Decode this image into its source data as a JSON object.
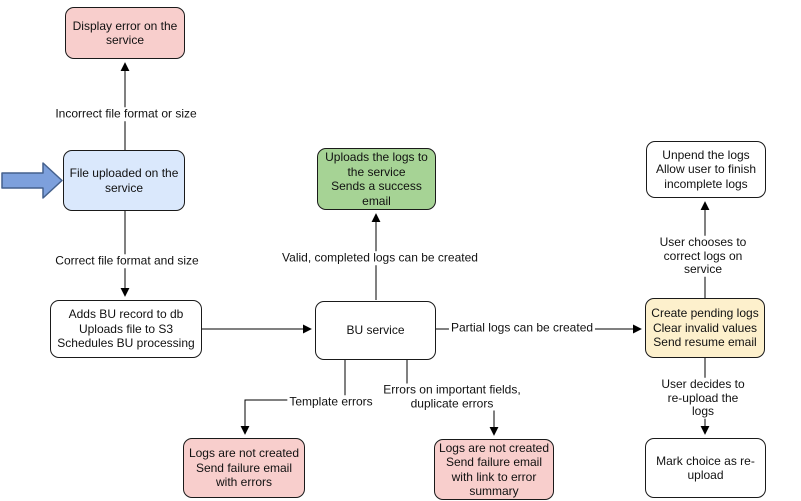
{
  "diagram": {
    "colors": {
      "background": "#ffffff",
      "node_border": "#1a1a1a",
      "line": "#000000"
    },
    "pointer": {
      "fill": "#7da0dc",
      "stroke": "#45618d"
    },
    "nodes": {
      "display_error": {
        "text": "Display error on the\nservice",
        "fill": "#f8cecc"
      },
      "file_uploaded": {
        "text": "File uploaded on the\nservice",
        "fill": "#dae8fc"
      },
      "adds_bu": {
        "text": "Adds BU record to db\nUploads file to S3\nSchedules BU processing",
        "fill": "#ffffff"
      },
      "bu_service": {
        "text": "BU service",
        "fill": "#ffffff"
      },
      "uploads_logs": {
        "text": "Uploads the logs to\nthe service\nSends a success\nemail",
        "fill": "#a6d395"
      },
      "create_pending": {
        "text": "Create pending logs\nClear invalid values\nSend resume email",
        "fill": "#fdf0cc"
      },
      "unpend": {
        "text": "Unpend the logs\nAllow user to finish\nincomplete logs",
        "fill": "#ffffff"
      },
      "mark_choice": {
        "text": "Mark choice as re-\nupload",
        "fill": "#ffffff"
      },
      "logs_errors": {
        "text": "Logs are not created\nSend failure email\nwith errors",
        "fill": "#f8cecc"
      },
      "logs_summary": {
        "text": "Logs are not created\nSend failure email\nwith link to error\nsummary",
        "fill": "#f8cecc"
      }
    },
    "labels": {
      "incorrect": "Incorrect file format or size",
      "correct": "Correct file format and size",
      "valid": "Valid, completed logs can be created",
      "partial": "Partial logs can be created",
      "template": "Template errors",
      "important": "Errors on important fields,\nduplicate errors",
      "choose": "User chooses to correct logs on service",
      "reupload": "User decides to re-upload the logs"
    }
  }
}
